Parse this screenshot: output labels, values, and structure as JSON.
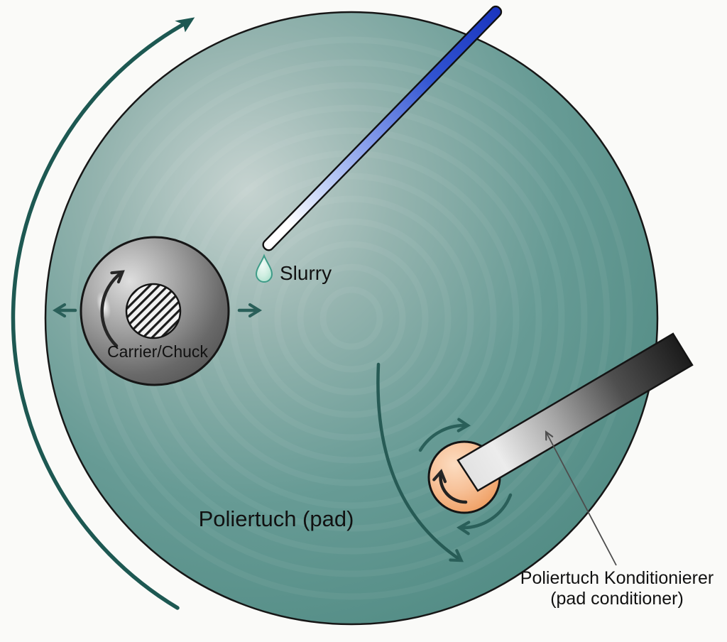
{
  "labels": {
    "carrier_chuck": "Carrier/Chuck",
    "slurry": "Slurry",
    "pad": "Poliertuch (pad)",
    "pad_conditioner_line1": "Poliertuch Konditionierer",
    "pad_conditioner_line2": "(pad conditioner)"
  },
  "colors": {
    "background": "#fafaf8",
    "pad_light": "#c6d3d0",
    "pad_mid": "#679b95",
    "pad_dark": "#4c857e",
    "outline": "#141414",
    "arrow_teal": "#2a5f59",
    "big_arrow_teal": "#1d5852",
    "carrier_gray_light": "#dedede",
    "carrier_gray_dark": "#4e4e4e",
    "wafer_hatch": "#1c1c1c",
    "slurry_arm_blue": "#1b36c0",
    "slurry_arm_tip": "#ffffff",
    "droplet_fill": "#bfe8da",
    "droplet_outline": "#3f9c88",
    "conditioner_arm_dark": "#1c1c1c",
    "conditioner_arm_light": "#ececec",
    "disk_orange_light": "#fcdcc0",
    "disk_orange": "#ee9a63",
    "pointer_gray": "#4d4d4d",
    "label_text": "#111111"
  },
  "icons": [
    {
      "name": "pad-rotation-arrow",
      "glyph": "curved-arrow-ne"
    },
    {
      "name": "carrier-rotation-arrow",
      "glyph": "curved-arrow-ne"
    },
    {
      "name": "carrier-sweep-left-arrow",
      "glyph": "arrow-left"
    },
    {
      "name": "carrier-sweep-right-arrow",
      "glyph": "arrow-right"
    },
    {
      "name": "conditioner-sweep-arrow",
      "glyph": "curved-arrow-down"
    },
    {
      "name": "conditioner-orbit-arrow-top",
      "glyph": "curved-arrow-right"
    },
    {
      "name": "conditioner-orbit-arrow-bottom",
      "glyph": "curved-arrow-left"
    },
    {
      "name": "conditioner-rotation-arrow",
      "glyph": "curved-arrow-up"
    },
    {
      "name": "slurry-droplet-icon",
      "glyph": "droplet"
    },
    {
      "name": "conditioner-label-pointer",
      "glyph": "thin-arrow"
    }
  ]
}
